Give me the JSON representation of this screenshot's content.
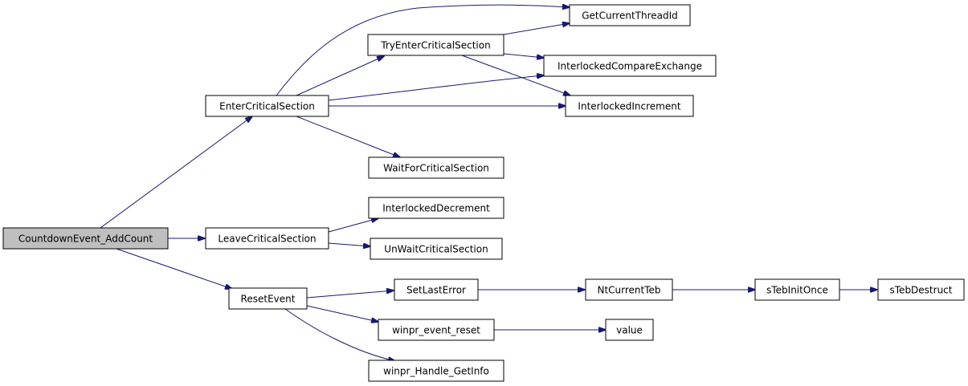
{
  "colors": {
    "edge": "#191970",
    "root_fill": "#bfbfbf",
    "node_fill": "#ffffff",
    "node_border": "#000000"
  },
  "nodes": {
    "countdown_event_add_count": "CountdownEvent_AddCount",
    "enter_critical_section": "EnterCriticalSection",
    "leave_critical_section": "LeaveCriticalSection",
    "reset_event": "ResetEvent",
    "try_enter_critical_section": "TryEnterCriticalSection",
    "get_current_thread_id": "GetCurrentThreadId",
    "interlocked_compare_exchange": "InterlockedCompareExchange",
    "interlocked_increment": "InterlockedIncrement",
    "wait_for_critical_section": "WaitForCriticalSection",
    "interlocked_decrement": "InterlockedDecrement",
    "un_wait_critical_section": "UnWaitCriticalSection",
    "set_last_error": "SetLastError",
    "winpr_event_reset": "winpr_event_reset",
    "winpr_handle_get_info": "winpr_Handle_GetInfo",
    "nt_current_teb": "NtCurrentTeb",
    "value": "value",
    "s_teb_init_once": "sTebInitOnce",
    "s_teb_destruct": "sTebDestruct"
  },
  "edges": [
    [
      "countdown_event_add_count",
      "enter_critical_section"
    ],
    [
      "countdown_event_add_count",
      "leave_critical_section"
    ],
    [
      "countdown_event_add_count",
      "reset_event"
    ],
    [
      "enter_critical_section",
      "get_current_thread_id"
    ],
    [
      "enter_critical_section",
      "try_enter_critical_section"
    ],
    [
      "enter_critical_section",
      "interlocked_compare_exchange"
    ],
    [
      "enter_critical_section",
      "interlocked_increment"
    ],
    [
      "enter_critical_section",
      "wait_for_critical_section"
    ],
    [
      "try_enter_critical_section",
      "get_current_thread_id"
    ],
    [
      "try_enter_critical_section",
      "interlocked_compare_exchange"
    ],
    [
      "try_enter_critical_section",
      "interlocked_increment"
    ],
    [
      "leave_critical_section",
      "interlocked_decrement"
    ],
    [
      "leave_critical_section",
      "un_wait_critical_section"
    ],
    [
      "reset_event",
      "set_last_error"
    ],
    [
      "reset_event",
      "winpr_event_reset"
    ],
    [
      "reset_event",
      "winpr_handle_get_info"
    ],
    [
      "set_last_error",
      "nt_current_teb"
    ],
    [
      "nt_current_teb",
      "s_teb_init_once"
    ],
    [
      "s_teb_init_once",
      "s_teb_destruct"
    ],
    [
      "winpr_event_reset",
      "value"
    ]
  ]
}
